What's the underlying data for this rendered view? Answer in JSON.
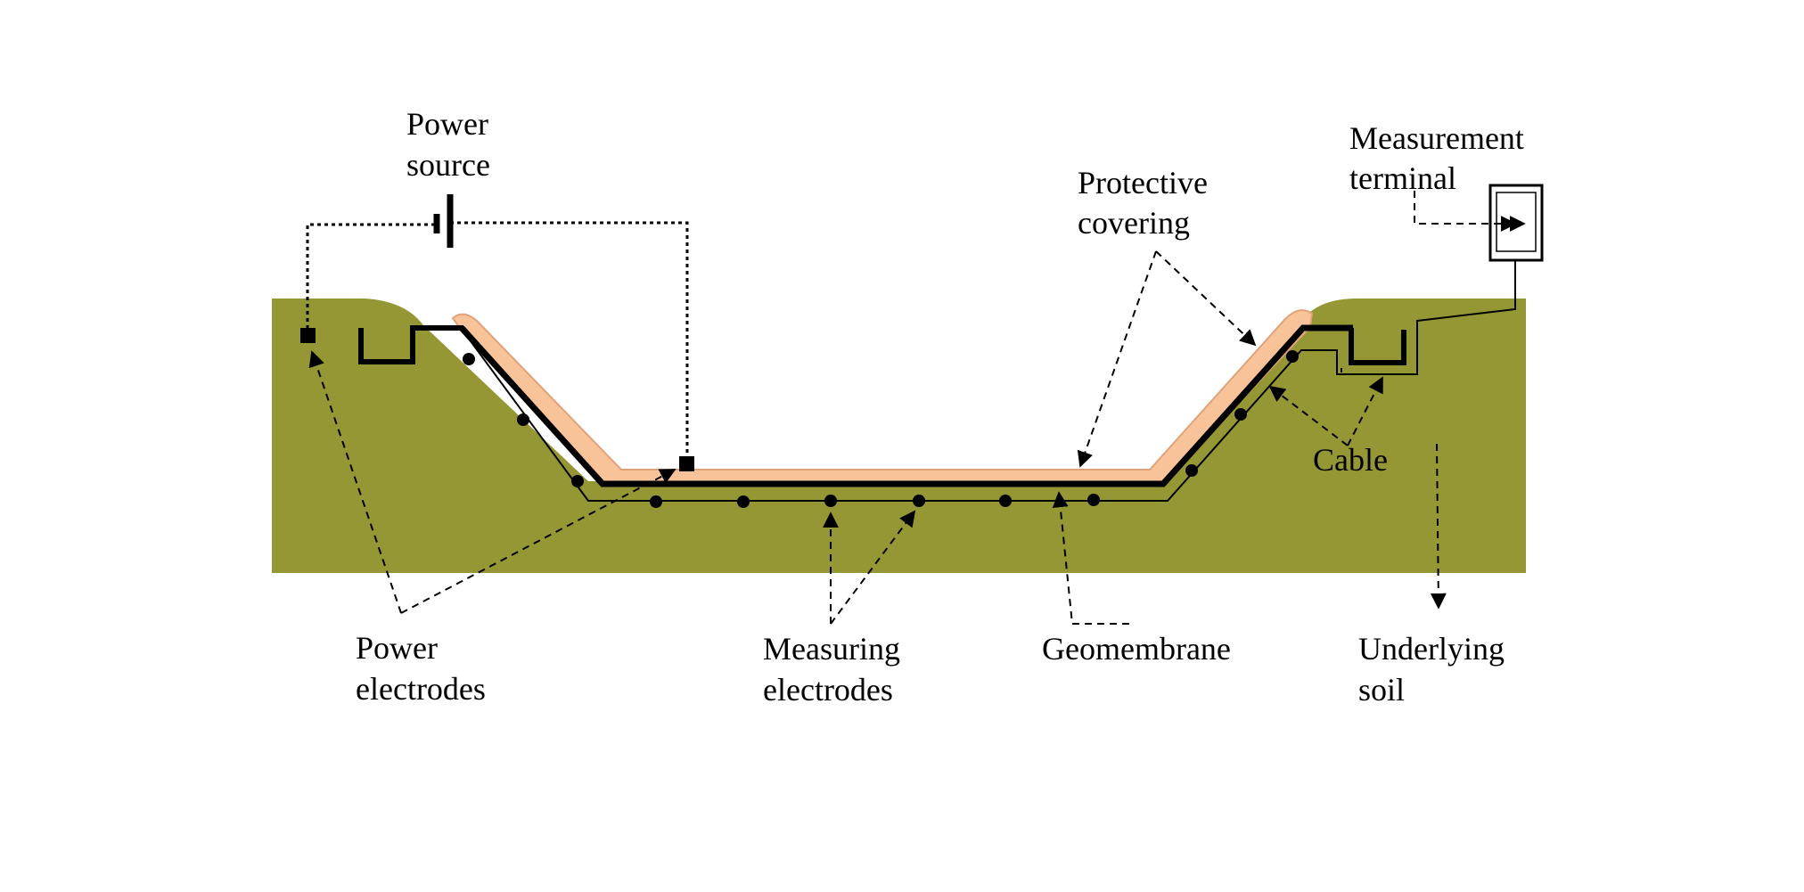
{
  "labels": {
    "power_source": [
      "Power",
      "source"
    ],
    "measurement_terminal": [
      "Measurement",
      "terminal"
    ],
    "protective_covering": [
      "Protective",
      "covering"
    ],
    "cable": "Cable",
    "power_electrodes": [
      "Power",
      "electrodes"
    ],
    "measuring_electrodes": [
      "Measuring",
      "electrodes"
    ],
    "geomembrane": "Geomembrane",
    "underlying_soil": [
      "Underlying",
      "soil"
    ]
  },
  "colors": {
    "soil": "#959634",
    "covering": "#f9c39a",
    "covering_edge": "#e0a27a",
    "line": "#000000",
    "background": "#ffffff"
  }
}
